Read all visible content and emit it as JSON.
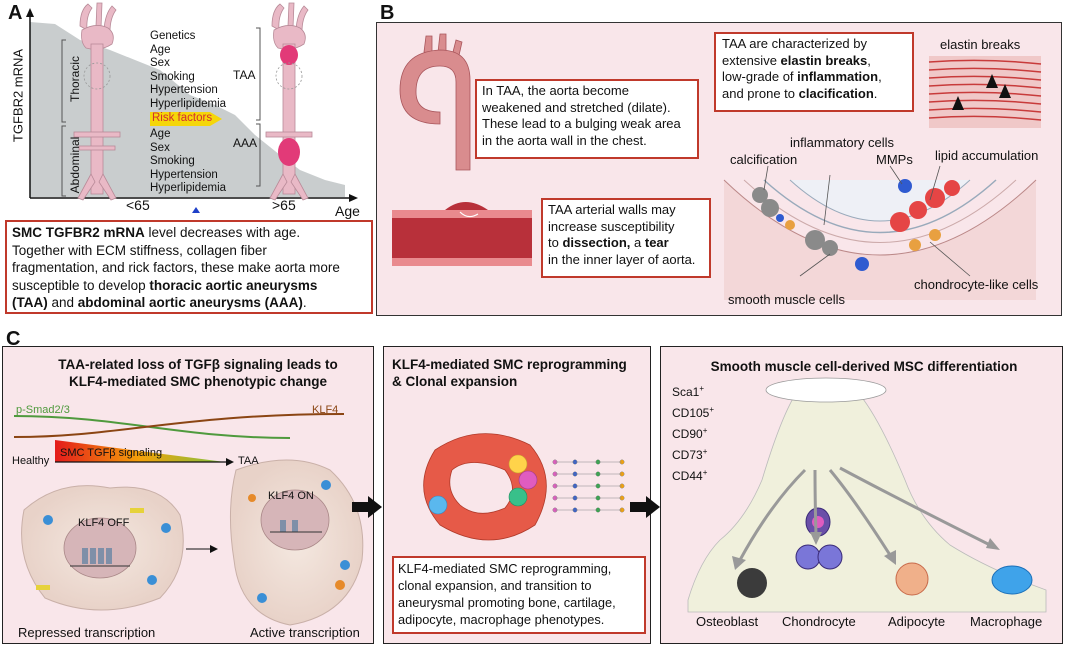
{
  "panel_a": {
    "letter": "A",
    "ylabel": "TGFBR2 mRNA",
    "xlabel": "Age",
    "thoracic_label": "Thoracic",
    "abdominal_label": "Abdominal",
    "thoracic_factors": [
      "Genetics",
      "Age",
      "Sex",
      "Smoking",
      "Hypertension",
      "Hyperlipidemia"
    ],
    "risk_factors": "Risk factors",
    "abdominal_factors": [
      "Age",
      "Sex",
      "Smoking",
      "Hypertension",
      "Hyperlipidemia"
    ],
    "taa": "TAA",
    "aaa": "AAA",
    "age_low": "<65",
    "age_high": ">65",
    "box": {
      "l1_bold": "SMC TGFBR2 mRNA",
      "l1_rest": " level decreases with age.",
      "l2": "Together with ECM stiffness, collagen fiber",
      "l3": "fragmentation, and rick factors, these make aorta more",
      "l4_rest": "susceptible to develop ",
      "l4_bold": "thoracic aortic aneurysms",
      "l5_bold1": "(TAA)",
      "l5_and": " and ",
      "l5_bold2": "abdominal aortic aneurysms (AAA)",
      "l5_end": "."
    }
  },
  "panel_b": {
    "letter": "B",
    "box1": [
      "In TAA, the aorta become",
      "weakened and stretched (dilate).",
      "These lead to a bulging weak area",
      "in the aorta wall in the chest."
    ],
    "box2": {
      "l1": "TAA are characterized by",
      "l2a": "extensive ",
      "l2b": "elastin breaks",
      "l2c": ",",
      "l3a": "low-grade of ",
      "l3b": "inflammation",
      "l3c": ",",
      "l4a": "and prone to ",
      "l4b": "clacification",
      "l4c": "."
    },
    "box3": {
      "l1": "TAA arterial walls may",
      "l2": "increase susceptibility",
      "l3a": "to ",
      "l3b": "dissection,",
      "l3c": " a ",
      "l3d": "tear",
      "l4": "in the inner layer of aorta."
    },
    "elastin_breaks": "elastin breaks",
    "inflammatory_cells": "inflammatory cells",
    "calcification": "calcification",
    "mmps": "MMPs",
    "lipid_accumulation": "lipid accumulation",
    "smooth_muscle_cells": "smooth muscle cells",
    "chondrocyte_like": "chondrocyte-like cells"
  },
  "panel_c": {
    "letter": "C",
    "sub1": {
      "title1": "TAA-related loss of TGFβ signaling leads to",
      "title2": "KLF4-mediated SMC phenotypic change",
      "psmad": "p-Smad2/3",
      "klf4": "KLF4",
      "healthy": "Healthy",
      "signaling": "SMC TGFβ signaling",
      "taa": "TAA",
      "klf4_off": "KLF4 OFF",
      "klf4_on": "KLF4 ON",
      "repressed": "Repressed transcription",
      "active": "Active transcription"
    },
    "sub2": {
      "title1": "KLF4-mediated SMC reprogramming",
      "title2": "& Clonal expansion",
      "box": [
        "KLF4-mediated SMC reprogramming,",
        "clonal expansion, and transition to",
        "aneurysmal promoting bone, cartilage,",
        "adipocyte, macrophage phenotypes."
      ]
    },
    "sub3": {
      "title": "Smooth muscle cell-derived MSC differentiation",
      "markers": [
        "Sca1",
        "CD105",
        "CD90",
        "CD73",
        "CD44"
      ],
      "marker_sup": "+",
      "fates": [
        "Osteoblast",
        "Chondrocyte",
        "Adipocyte",
        "Macrophage"
      ]
    }
  },
  "colors": {
    "box_border": "#c0392b",
    "panel_bg": "#f9e6ea",
    "gray_area": "#c8cccd",
    "aorta": "#e8b9c6"
  }
}
